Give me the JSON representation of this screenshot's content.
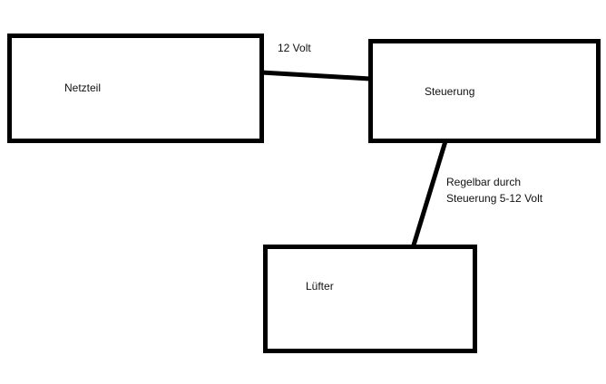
{
  "nodes": {
    "netzteil": "Netzteil",
    "steuerung": "Steuerung",
    "luefter": "Lüfter"
  },
  "edges": {
    "supply_label": "12 Volt",
    "control_label_line1": "Regelbar durch",
    "control_label_line2": "Steuerung 5-12 Volt"
  }
}
